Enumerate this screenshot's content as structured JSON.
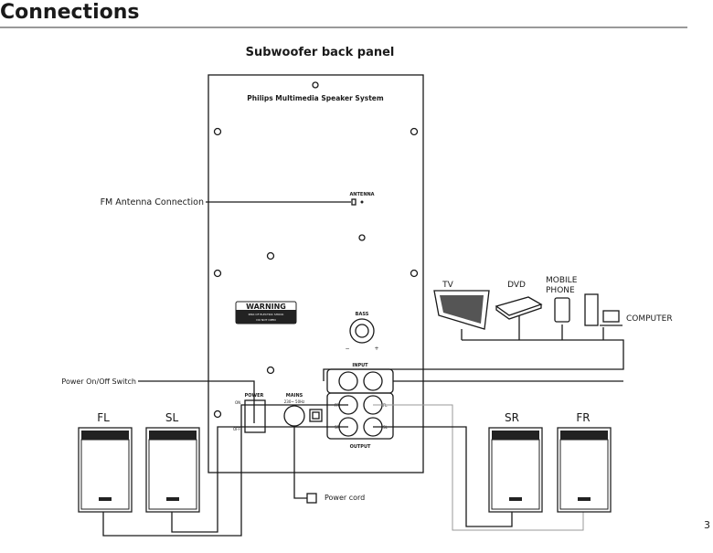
{
  "page": {
    "title": "Connections",
    "page_number": "3"
  },
  "diagram": {
    "heading": "Subwoofer back panel",
    "panel_title": "Philips Multimedia Speaker System",
    "antenna_label": "ANTENNA",
    "warning": {
      "title": "WARNING",
      "line1": "RISK OF ELECTRIC SHOCK",
      "line2": "DO NOT OPEN"
    },
    "bass": {
      "label": "BASS",
      "minus": "−",
      "plus": "+"
    },
    "input_label": "INPUT",
    "output_label": "OUTPUT",
    "output_jacks": [
      "FR",
      "FL",
      "SR",
      "SL"
    ],
    "power": {
      "label": "POWER",
      "on": "ON",
      "off": "OFF"
    },
    "mains": {
      "label": "MAINS",
      "rating": "230~ 50Hz"
    },
    "callouts": {
      "fm_antenna": "FM Antenna Connection",
      "power_switch": "Power On/Off Switch",
      "power_cord": "Power cord"
    },
    "speakers": [
      "FL",
      "SL",
      "SR",
      "FR"
    ],
    "devices": {
      "tv": "TV",
      "dvd": "DVD",
      "mobile_line1": "MOBILE",
      "mobile_line2": "PHONE",
      "computer": "COMPUTER"
    }
  }
}
